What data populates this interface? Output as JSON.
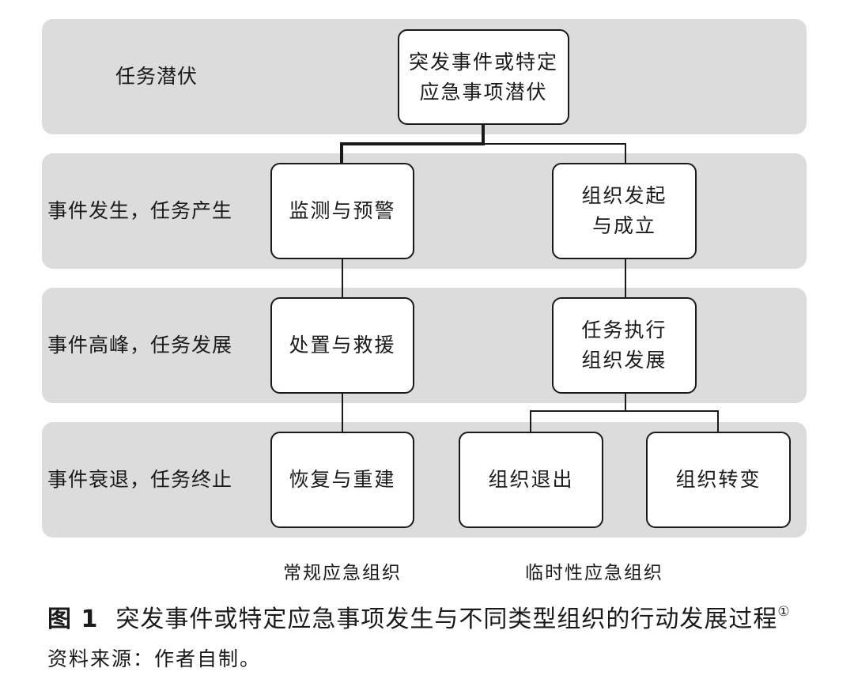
{
  "stages": [
    "任务潜伏",
    "事件发生，任务产生",
    "事件高峰，任务发展",
    "事件衰退，任务终止"
  ],
  "nodes": {
    "root": [
      "突发事件或特定",
      "应急事项潜伏"
    ],
    "monitor": "监测与预警",
    "org_start": [
      "组织发起",
      "与成立"
    ],
    "response": "处置与救援",
    "org_develop": [
      "任务执行",
      "组织发展"
    ],
    "recovery": "恢复与重建",
    "org_exit": "组织退出",
    "org_transform": "组织转变"
  },
  "org_types": {
    "regular": "常规应急组织",
    "temporary": "临时性应急组织"
  },
  "caption": {
    "number": "图 1",
    "text": "突发事件或特定应急事项发生与不同类型组织的行动发展过程",
    "footnote": "①"
  },
  "source": "资料来源：作者自制。",
  "colors": {
    "band": "#dcdcdc",
    "box_border": "#1a1a1a",
    "box_fill": "#ffffff"
  }
}
